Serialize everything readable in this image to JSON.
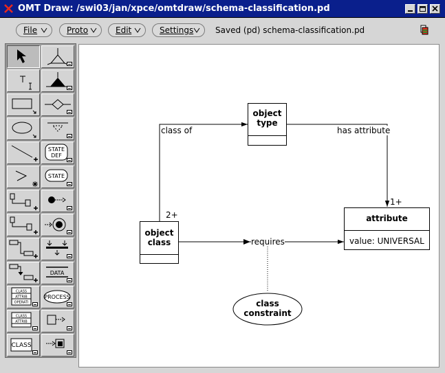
{
  "window": {
    "title": "OMT Draw: /swi03/jan/xpce/omtdraw/schema-classification.pd",
    "app_icon": "x-logo-icon",
    "buttons": [
      "minimize",
      "maximize",
      "close"
    ]
  },
  "menubar": {
    "menus": [
      {
        "label": "File"
      },
      {
        "label": "Proto"
      },
      {
        "label": "Edit"
      },
      {
        "label": "Settings"
      }
    ],
    "status": "Saved (pd) schema-classification.pd",
    "status_icon": "modified-indicator-icon"
  },
  "palette": {
    "tools": [
      {
        "icon": "select-arrow-icon",
        "selected": true
      },
      {
        "icon": "generalization-icon"
      },
      {
        "icon": "text-tool-icon",
        "text": "T"
      },
      {
        "icon": "filled-generalization-icon"
      },
      {
        "icon": "box-tool-icon"
      },
      {
        "icon": "diamond-association-icon"
      },
      {
        "icon": "ellipse-tool-icon"
      },
      {
        "icon": "dashed-triangle-icon"
      },
      {
        "icon": "line-tool-icon"
      },
      {
        "icon": "state-def-icon",
        "text": "STATE DEF"
      },
      {
        "icon": "path-tool-icon"
      },
      {
        "icon": "state-icon",
        "text": "STATE"
      },
      {
        "icon": "connect-boxes-icon"
      },
      {
        "icon": "initial-state-icon"
      },
      {
        "icon": "link-boxes-icon"
      },
      {
        "icon": "final-state-icon"
      },
      {
        "icon": "stair-link-icon"
      },
      {
        "icon": "sync-bar-icon"
      },
      {
        "icon": "stair-arrow-icon"
      },
      {
        "icon": "data-store-icon",
        "text": "DATA"
      },
      {
        "icon": "class-full-icon",
        "text": "CLASS ATTRIB OPERATI"
      },
      {
        "icon": "process-icon",
        "text": "PROCESS"
      },
      {
        "icon": "class-attrib-icon",
        "text": "CLASS ATTRIB"
      },
      {
        "icon": "box-arrow-icon"
      },
      {
        "icon": "class-icon",
        "text": "CLASS"
      },
      {
        "icon": "arrow-to-square-icon"
      }
    ]
  },
  "diagram": {
    "nodes": {
      "object_type": {
        "name": "object\ntype"
      },
      "object_class": {
        "name": "object\nclass"
      },
      "attribute": {
        "name": "attribute",
        "attribute_value": "value: UNIVERSAL"
      },
      "class_constraint": {
        "name": "class\nconstraint"
      }
    },
    "relations": {
      "class_of": "class of",
      "has_attribute": "has attribute",
      "requires": "requires"
    },
    "multiplicities": {
      "object_class_end": "2+",
      "attribute_end": "1+"
    }
  },
  "colors": {
    "titlebar": "#0a1f8c",
    "window_bg": "#d6d6d6",
    "canvas": "#ffffff"
  }
}
